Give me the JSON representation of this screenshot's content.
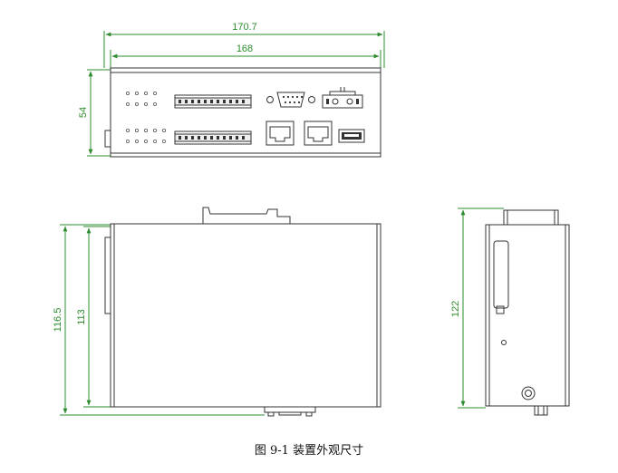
{
  "front_view": {
    "width_outer": "170.7",
    "width_inner": "168",
    "height": "54"
  },
  "top_view": {
    "height_outer": "116.5",
    "height_inner": "113"
  },
  "side_view": {
    "height": "122"
  },
  "caption": "图 9-1 装置外观尺寸",
  "colors": {
    "dimension": "#2e8b2e",
    "outline": "#333333"
  }
}
